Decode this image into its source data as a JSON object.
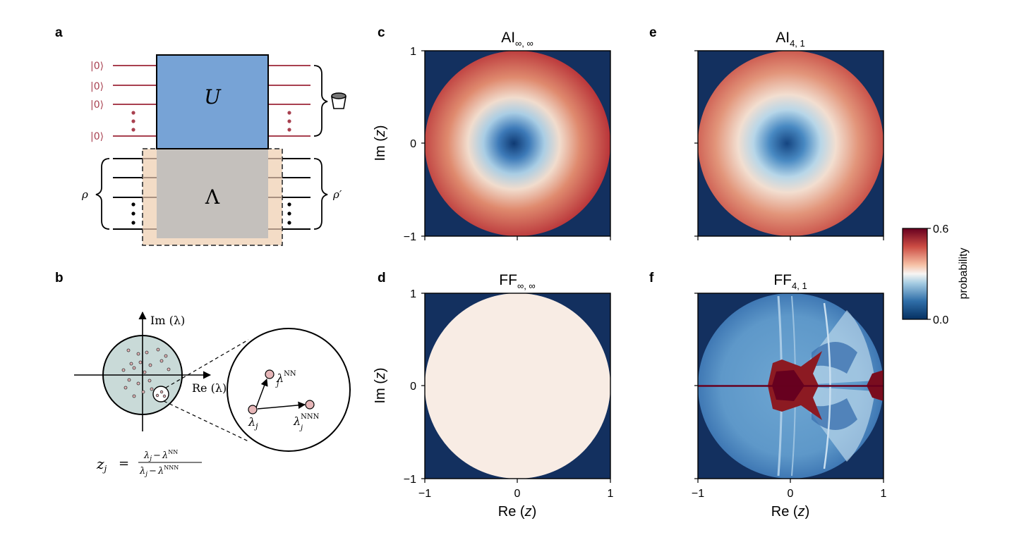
{
  "panels": {
    "a": {
      "letter": "a",
      "ket": "|0⟩",
      "unitary_label": "U",
      "channel_label": "Λ",
      "input_state": "ρ",
      "output_state": "ρ′"
    },
    "b": {
      "letter": "b",
      "im_axis": "Im (λ)",
      "re_axis": "Re (λ)",
      "lambda_j": "λ",
      "sub_j": "j",
      "sup_nn": "NN",
      "sup_nnn": "NNN",
      "formula_lhs": "z",
      "formula_eq": "=",
      "formula_num": "λ",
      "formula_den": "λ",
      "formula_minus": "−"
    },
    "c": {
      "letter": "c",
      "title_main": "AI",
      "title_sub": "∞, ∞"
    },
    "d": {
      "letter": "d",
      "title_main": "FF",
      "title_sub": "∞, ∞"
    },
    "e": {
      "letter": "e",
      "title_main": "AI",
      "title_sub": "4, 1"
    },
    "f": {
      "letter": "f",
      "title_main": "FF",
      "title_sub": "4, 1"
    }
  },
  "axes": {
    "xlabel_re": "Re (",
    "xlabel_z": "z",
    "xlabel_close": ")",
    "ylabel_im": "Im (",
    "ylabel_z": "z",
    "ylabel_close": ")",
    "ticks": [
      "−1",
      "0",
      "1"
    ]
  },
  "colorbar": {
    "label": "probability",
    "max_label": "0.6",
    "min_label": "0.0",
    "range": [
      0.0,
      0.6
    ]
  },
  "colors": {
    "background_dark": "#13305f",
    "red_deep": "#67001f",
    "blue_deep": "#053061",
    "ket_red": "#a8404f",
    "unitary_blue": "#77a3d6",
    "channel_gray": "#c4c0bc",
    "channel_halo": "#f3dcc6",
    "disk_green": "#c9dad8"
  },
  "chart_data": [
    {
      "type": "heatmap",
      "panel": "c",
      "title": "AI∞, ∞",
      "xlabel": "Re (z)",
      "ylabel": "Im (z)",
      "xlim": [
        -1,
        1
      ],
      "ylim": [
        -1,
        1
      ],
      "colorbar": "probability",
      "clim": [
        0.0,
        0.6
      ]
    },
    {
      "type": "heatmap",
      "panel": "d",
      "title": "FF∞, ∞",
      "xlabel": "Re (z)",
      "ylabel": "Im (z)",
      "xlim": [
        -1,
        1
      ],
      "ylim": [
        -1,
        1
      ],
      "colorbar": "probability",
      "clim": [
        0.0,
        0.6
      ]
    },
    {
      "type": "heatmap",
      "panel": "e",
      "title": "AI4, 1",
      "xlabel": "Re (z)",
      "ylabel": "Im (z)",
      "xlim": [
        -1,
        1
      ],
      "ylim": [
        -1,
        1
      ],
      "colorbar": "probability",
      "clim": [
        0.0,
        0.6
      ]
    },
    {
      "type": "heatmap",
      "panel": "f",
      "title": "FF4, 1",
      "xlabel": "Re (z)",
      "ylabel": "Im (z)",
      "xlim": [
        -1,
        1
      ],
      "ylim": [
        -1,
        1
      ],
      "colorbar": "probability",
      "clim": [
        0.0,
        0.6
      ]
    }
  ]
}
